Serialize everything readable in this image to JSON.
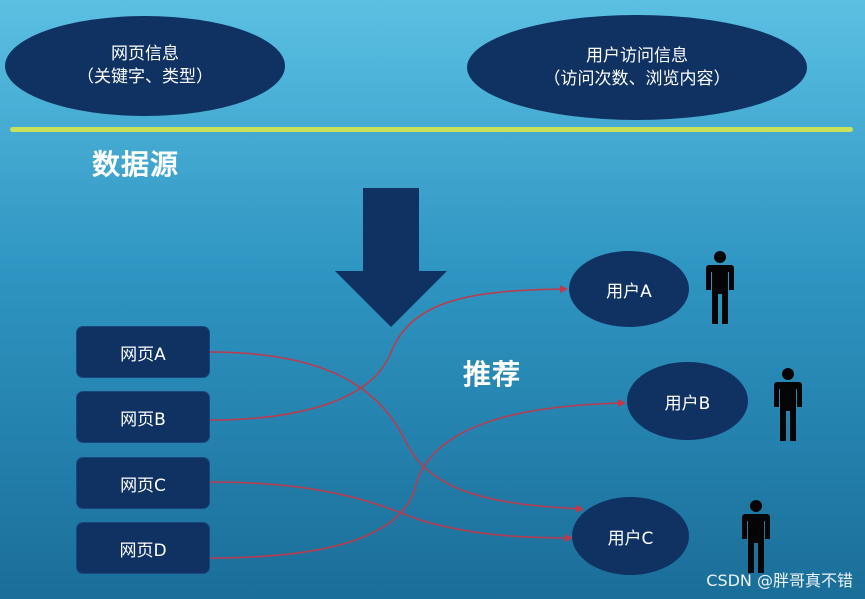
{
  "sources": [
    {
      "title": "网页信息",
      "detail": "（关键字、类型）"
    },
    {
      "title": "用户访问信息",
      "detail": "（访问次数、浏览内容）"
    }
  ],
  "datasource_label": "数据源",
  "recommend_label": "推荐",
  "pages": [
    "网页A",
    "网页B",
    "网页C",
    "网页D"
  ],
  "users": [
    "用户A",
    "用户B",
    "用户C"
  ],
  "links": [
    {
      "from": "网页A",
      "to": "用户C"
    },
    {
      "from": "网页B",
      "to": "用户A"
    },
    {
      "from": "网页C",
      "to": "用户C"
    },
    {
      "from": "网页D",
      "to": "用户B"
    }
  ],
  "watermark": "CSDN @胖哥真不错",
  "colors": {
    "node_fill": "#0f3263",
    "divider": "#c8e05a",
    "link": "#c0394a"
  }
}
